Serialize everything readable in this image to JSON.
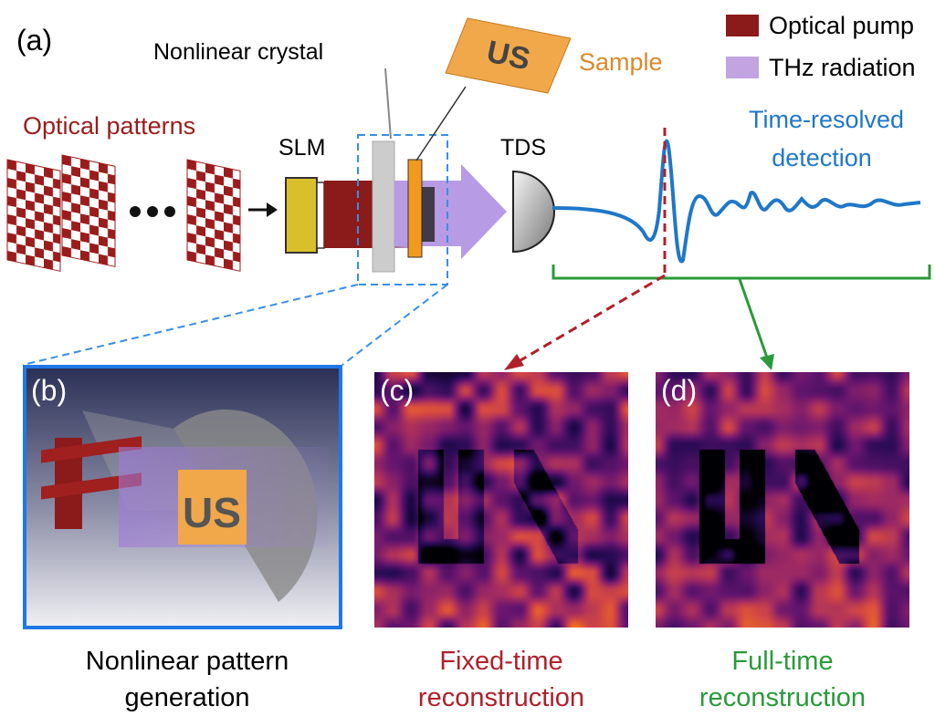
{
  "panel_a": {
    "label": "(a)",
    "legend": [
      {
        "label": "Optical pump",
        "color": "#8b1a1a"
      },
      {
        "label": "THz radiation",
        "color": "#c1a4e0"
      }
    ],
    "nonlinear_crystal": "Nonlinear crystal",
    "sample": {
      "label": "Sample",
      "tile_text": "US",
      "color": "#d98a2b"
    },
    "optical_patterns": "Optical patterns",
    "ellipsis": "•••",
    "slm": "SLM",
    "tds": "TDS",
    "time_resolved": [
      "Time-resolved",
      "detection"
    ]
  },
  "panel_b": {
    "label": "(b)",
    "tile_text": "US",
    "caption": [
      "Nonlinear pattern",
      "generation"
    ]
  },
  "panel_c": {
    "label": "(c)",
    "caption": [
      "Fixed-time",
      "reconstruction"
    ],
    "caption_color": "#b0202a"
  },
  "panel_d": {
    "label": "(d)",
    "caption": [
      "Full-time",
      "reconstruction"
    ],
    "caption_color": "#2a9a3a"
  },
  "colors": {
    "blue": "#1f77c8",
    "green": "#2a9a3a",
    "red": "#b0202a",
    "dashed_blue": "#3a8ee6"
  }
}
